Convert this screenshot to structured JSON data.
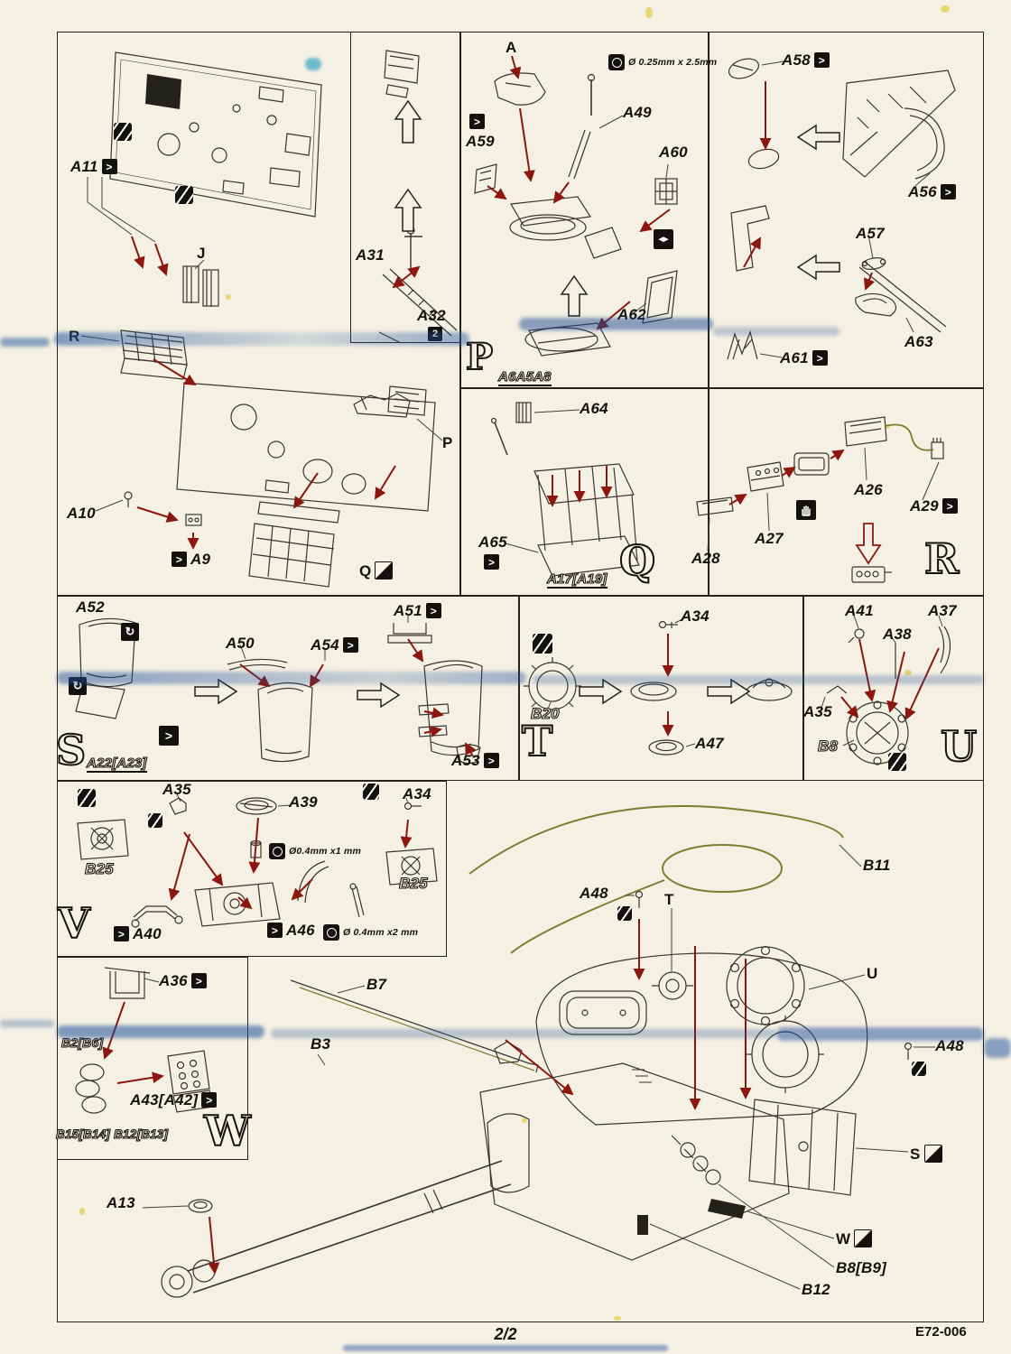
{
  "page": {
    "number": "2/2",
    "code": "E72-006"
  },
  "icons": {
    "chevron": ">",
    "rotate": "↻",
    "flip": "◀▶",
    "badge": "2"
  },
  "panels": {
    "deck": {
      "a11": "A11",
      "j": "J",
      "r": "R",
      "a10": "A10",
      "a9": "A9",
      "p": "P",
      "q": "Q"
    },
    "a31": {
      "a31": "A31",
      "a32": "A32"
    },
    "p": {
      "letter": "P",
      "note": "A6A5A8",
      "a": "A",
      "a49": "A49",
      "a59": "A59",
      "a60": "A60",
      "a62": "A62",
      "measure": "Ø 0.25mm x 2.5mm"
    },
    "tr": {
      "a58": "A58",
      "a56": "A56",
      "a57": "A57",
      "a63": "A63",
      "a61": "A61"
    },
    "q": {
      "letter": "Q",
      "note": "A17[A19]",
      "a64": "A64",
      "a65": "A65"
    },
    "r": {
      "letter": "R",
      "a26": "A26",
      "a27": "A27",
      "a28": "A28",
      "a29": "A29"
    },
    "s": {
      "letter": "S",
      "note": "A22[A23]",
      "a52": "A52",
      "a50": "A50",
      "a54": "A54",
      "a51": "A51",
      "a53": "A53"
    },
    "t": {
      "letter": "T",
      "a34": "A34",
      "b20": "B20",
      "a47": "A47"
    },
    "u": {
      "letter": "U",
      "a41": "A41",
      "a37": "A37",
      "a38": "A38",
      "a35": "A35",
      "b8": "B8"
    },
    "v": {
      "letter": "V",
      "a35": "A35",
      "a39": "A39",
      "a34": "A34",
      "b25_left": "B25",
      "b25_right": "B25",
      "a40": "A40",
      "a46": "A46",
      "measure1": "Ø0.4mm x1 mm",
      "measure2": "Ø 0.4mm x2 mm"
    },
    "w": {
      "letter": "W",
      "a36": "A36",
      "b2b6": "B2[B6]",
      "a43": "A43[A42]",
      "note": "B15[B14] B12[B13]"
    }
  },
  "main": {
    "b7": "B7",
    "b3": "B3",
    "a48_left": "A48",
    "t": "T",
    "u": "U",
    "b11": "B11",
    "a48_right": "A48",
    "s": "S",
    "w": "W",
    "b12": "B12",
    "b8b9": "B8[B9]",
    "a13": "A13"
  }
}
